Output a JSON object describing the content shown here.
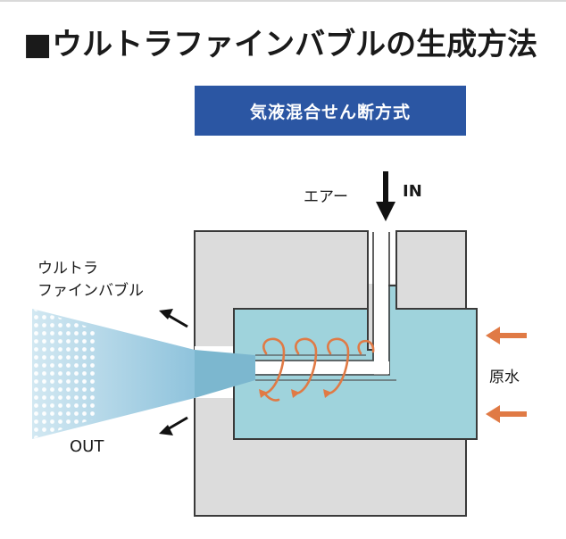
{
  "title": "■ウルトラファインバブルの生成方法",
  "method_label": "気液混合せん断方式",
  "labels": {
    "air": "エアー",
    "in": "IN",
    "ultrafine_line1": "ウルトラ",
    "ultrafine_line2": "ファインバブル",
    "out": "OUT",
    "raw_water": "原水"
  },
  "colors": {
    "banner": "#2b56a3",
    "housing": "#dcdcdc",
    "water": "#9fd3dc",
    "spiral": "#e07a45",
    "arrow_water": "#e07a45",
    "bubble_spray": "#a9d2e4"
  },
  "icons": [
    "arrow-down-icon",
    "arrow-left-icon",
    "arrow-up-left-icon",
    "arrow-down-left-icon"
  ]
}
